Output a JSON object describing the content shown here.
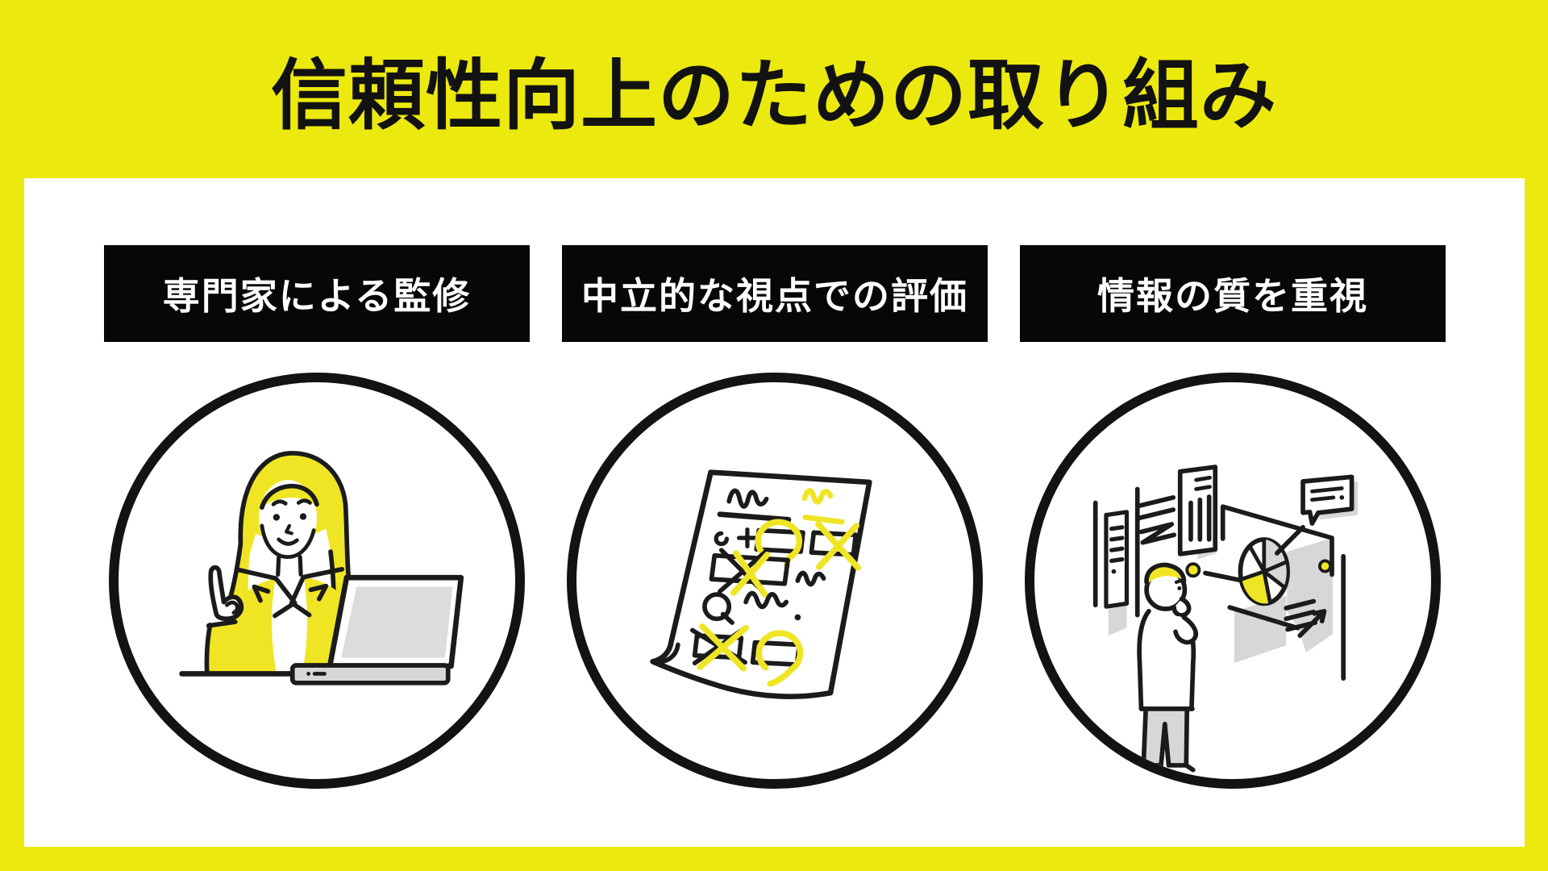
{
  "page": {
    "title": "信頼性向上のための取り組み",
    "colors": {
      "background_yellow": "#ECE90E",
      "panel_white": "#FFFFFF",
      "header_bar_black": "#070707",
      "header_text_white": "#FFFFFF",
      "outline_black": "#1B1B1B",
      "accent_yellow": "#F0E524",
      "illustration_gray": "#D7D7D7"
    }
  },
  "columns": [
    {
      "label": "専門家による監修",
      "illustration": "expert-woman-with-laptop-icon"
    },
    {
      "label": "中立的な視点での評価",
      "illustration": "evaluation-sheet-icon"
    },
    {
      "label": "情報の質を重視",
      "illustration": "person-reviewing-charts-icon"
    }
  ]
}
